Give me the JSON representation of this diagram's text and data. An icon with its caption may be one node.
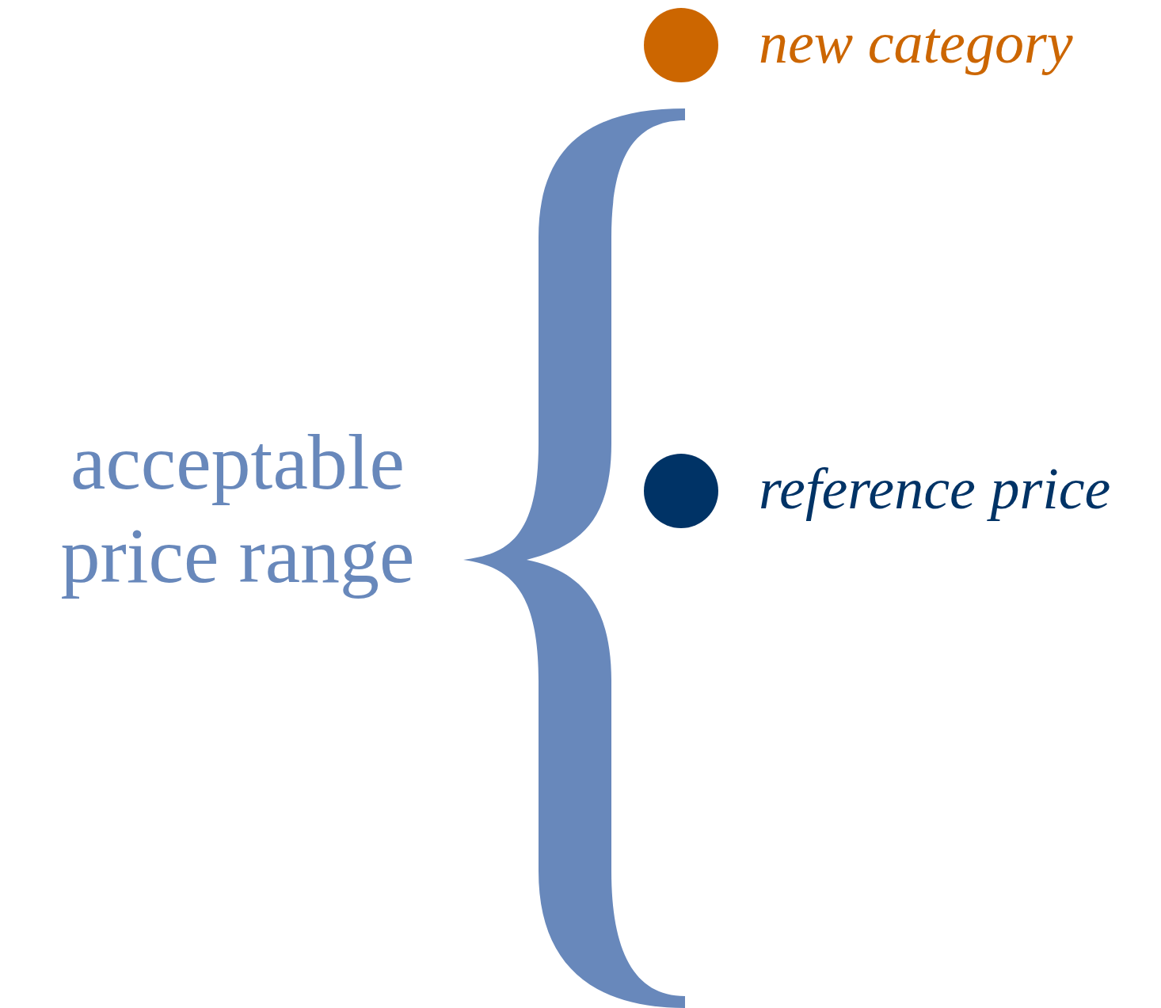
{
  "diagram": {
    "nodes": [
      {
        "text": [],
        "shape": "circle",
        "beside": [
          "new category"
        ]
      },
      {
        "text": [],
        "shape": "brace",
        "beside": [
          "acceptable price range"
        ]
      },
      {
        "text": [],
        "shape": "circle",
        "beside": [
          "reference price"
        ]
      }
    ]
  }
}
